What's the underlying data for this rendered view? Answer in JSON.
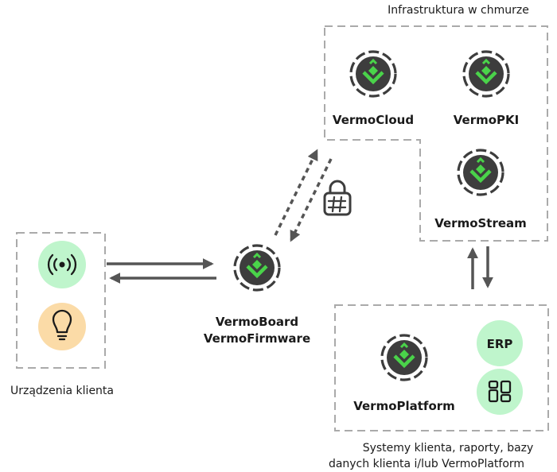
{
  "groups": {
    "cloud_title": "Infrastruktura w chmurze",
    "client_devices": "Urządzenia klienta",
    "systems_line1": "Systemy klienta, raporty, bazy",
    "systems_line2": "danych klienta i/lub VermoPlatform"
  },
  "nodes": {
    "cloud": "VermoCloud",
    "pki": "VermoPKI",
    "stream": "VermoStream",
    "board": "VermoBoard",
    "firmware": "VermoFirmware",
    "platform": "VermoPlatform",
    "erp": "ERP"
  },
  "icons": {
    "vermo": "vermo-logo-icon",
    "device": "wireless-signal-icon",
    "bulb": "lightbulb-icon",
    "lock": "encrypted-lock-icon",
    "apps": "apps-grid-icon"
  },
  "colors": {
    "logo_bg": "#3d3d3d",
    "logo_green": "#4ad34a",
    "mint": "#bff5cc",
    "peach": "#fbdba7",
    "dash": "#aaaaaa",
    "arrow": "#555555"
  }
}
